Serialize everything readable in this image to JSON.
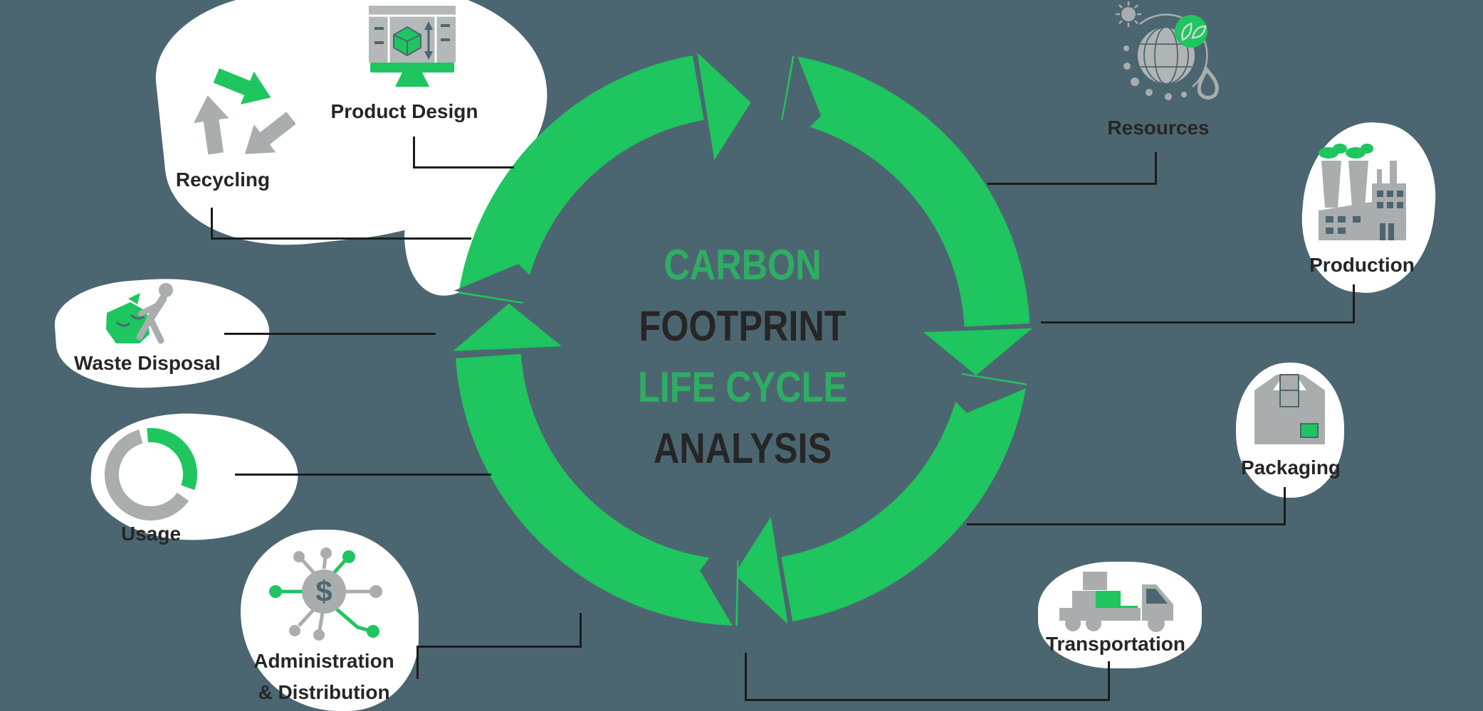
{
  "center": {
    "line1": "CARBON",
    "line2": "FOOTPRINT",
    "line3": "LIFE CYCLE",
    "line4": "ANALYSIS"
  },
  "stages": {
    "product_design": {
      "label": "Product Design"
    },
    "recycling": {
      "label": "Recycling"
    },
    "waste_disposal": {
      "label": "Waste Disposal"
    },
    "usage": {
      "label": "Usage"
    },
    "administration": {
      "label1": "Administration",
      "label2": "& Distribution"
    },
    "resources": {
      "label": "Resources"
    },
    "production": {
      "label": "Production"
    },
    "packaging": {
      "label": "Packaging"
    },
    "transportation": {
      "label": "Transportation"
    }
  },
  "icons": {
    "admin_symbol": "$",
    "names": [
      "monitor-cube-icon",
      "recycle-arrows-icon",
      "person-trash-bag-icon",
      "donut-chart-icon",
      "dollar-network-icon",
      "globe-leaf-icon",
      "factory-icon",
      "box-icon",
      "truck-icon"
    ]
  },
  "colors": {
    "background": "#4c6671",
    "ring_green": "#1fc55e",
    "text_green": "#2dae63",
    "dark_text": "#262626",
    "icon_gray": "#a9adae",
    "icon_light_gray": "#b4b8b9",
    "line_dark": "#1c1c1c",
    "white": "#ffffff"
  }
}
